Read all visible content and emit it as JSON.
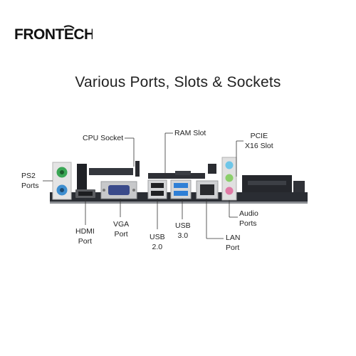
{
  "brand": {
    "name": "FRONTECH",
    "accent_color": "#111111"
  },
  "title": "Various Ports, Slots & Sockets",
  "labels": {
    "cpu_socket": "CPU Socket",
    "ram_slot": "RAM Slot",
    "pcie_line1": "PCIE",
    "pcie_line2": "X16 Slot",
    "ps2_line1": "PS2",
    "ps2_line2": "Ports",
    "hdmi_line1": "HDMI",
    "hdmi_line2": "Port",
    "vga_line1": "VGA",
    "vga_line2": "Port",
    "usb2_line1": "USB",
    "usb2_line2": "2.0",
    "usb3_line1": "USB",
    "usb3_line2": "3.0",
    "lan_line1": "LAN",
    "lan_line2": "Port",
    "audio_line1": "Audio",
    "audio_line2": "Ports"
  },
  "colors": {
    "ps2_keyboard": "#3f8fd0",
    "ps2_mouse": "#3aa655",
    "usb3": "#2f7fd6",
    "audio_blue": "#6ec6e8",
    "audio_green": "#8bcf6a",
    "audio_pink": "#e07aa5",
    "pcb": "#2a2d33"
  }
}
